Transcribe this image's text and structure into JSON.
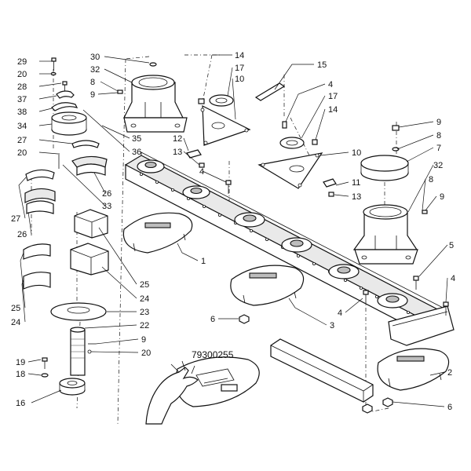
{
  "drawing_code": "79300255",
  "labels": [
    {
      "id": "l29",
      "text": "29"
    },
    {
      "id": "l20a",
      "text": "20"
    },
    {
      "id": "l28",
      "text": "28"
    },
    {
      "id": "l37",
      "text": "37"
    },
    {
      "id": "l38",
      "text": "38"
    },
    {
      "id": "l34",
      "text": "34"
    },
    {
      "id": "l27a",
      "text": "27"
    },
    {
      "id": "l20b",
      "text": "20"
    },
    {
      "id": "l27b",
      "text": "27"
    },
    {
      "id": "l26a",
      "text": "26"
    },
    {
      "id": "l25a",
      "text": "25"
    },
    {
      "id": "l24a",
      "text": "24"
    },
    {
      "id": "l19",
      "text": "19"
    },
    {
      "id": "l18",
      "text": "18"
    },
    {
      "id": "l16",
      "text": "16"
    },
    {
      "id": "l30",
      "text": "30"
    },
    {
      "id": "l32a",
      "text": "32"
    },
    {
      "id": "l8a",
      "text": "8"
    },
    {
      "id": "l9a",
      "text": "9"
    },
    {
      "id": "l35",
      "text": "35"
    },
    {
      "id": "l36",
      "text": "36"
    },
    {
      "id": "l26b",
      "text": "26"
    },
    {
      "id": "l33",
      "text": "33"
    },
    {
      "id": "l25b",
      "text": "25"
    },
    {
      "id": "l24b",
      "text": "24"
    },
    {
      "id": "l23",
      "text": "23"
    },
    {
      "id": "l22",
      "text": "22"
    },
    {
      "id": "l9b",
      "text": "9"
    },
    {
      "id": "l20c",
      "text": "20"
    },
    {
      "id": "l14a",
      "text": "14"
    },
    {
      "id": "l17a",
      "text": "17"
    },
    {
      "id": "l10a",
      "text": "10"
    },
    {
      "id": "l12",
      "text": "12"
    },
    {
      "id": "l13a",
      "text": "13"
    },
    {
      "id": "l4a",
      "text": "4"
    },
    {
      "id": "l1",
      "text": "1"
    },
    {
      "id": "l15",
      "text": "15"
    },
    {
      "id": "l4b",
      "text": "4"
    },
    {
      "id": "l17b",
      "text": "17"
    },
    {
      "id": "l14b",
      "text": "14"
    },
    {
      "id": "l10b",
      "text": "10"
    },
    {
      "id": "l11",
      "text": "11"
    },
    {
      "id": "l13b",
      "text": "13"
    },
    {
      "id": "l9c",
      "text": "9"
    },
    {
      "id": "l8b",
      "text": "8"
    },
    {
      "id": "l7",
      "text": "7"
    },
    {
      "id": "l32b",
      "text": "32"
    },
    {
      "id": "l8c",
      "text": "8"
    },
    {
      "id": "l9d",
      "text": "9"
    },
    {
      "id": "l5",
      "text": "5"
    },
    {
      "id": "l4c",
      "text": "4"
    },
    {
      "id": "l4d",
      "text": "4"
    },
    {
      "id": "l3",
      "text": "3"
    },
    {
      "id": "l6a",
      "text": "6"
    },
    {
      "id": "l2",
      "text": "2"
    },
    {
      "id": "l6b",
      "text": "6"
    }
  ]
}
